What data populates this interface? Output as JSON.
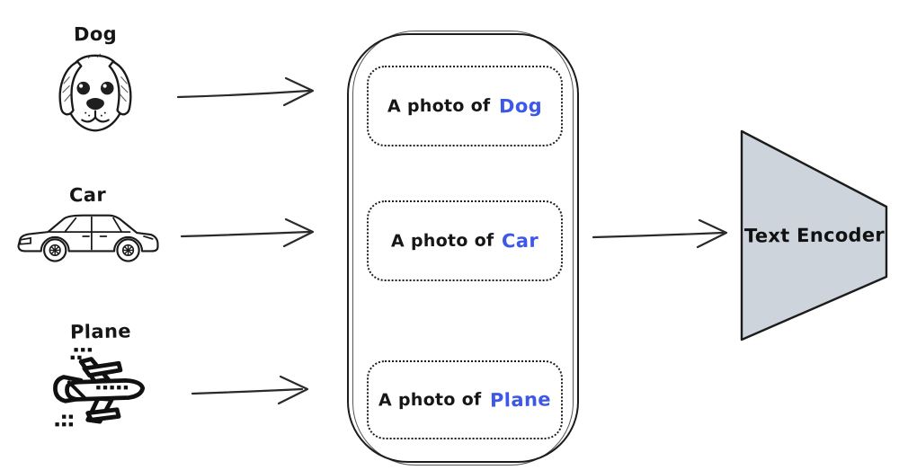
{
  "diagram": {
    "sources": [
      {
        "label": "Dog",
        "icon": "dog-face-sketch-icon"
      },
      {
        "label": "Car",
        "icon": "sedan-side-sketch-icon"
      },
      {
        "label": "Plane",
        "icon": "jet-plane-bold-icon"
      }
    ],
    "prompts": [
      {
        "prefix": "A photo of",
        "class_name": "Dog"
      },
      {
        "prefix": "A photo of",
        "class_name": "Car"
      },
      {
        "prefix": "A photo of",
        "class_name": "Plane"
      }
    ],
    "encoder": {
      "label": "Text Encoder"
    },
    "connectors": {
      "style": "hand-drawn right arrows",
      "count": 4
    },
    "colors": {
      "stroke": "#1c1c1c",
      "class_text_blue": "#3d58e8",
      "encoder_fill": "#ced4dc",
      "background": "#ffffff"
    }
  }
}
